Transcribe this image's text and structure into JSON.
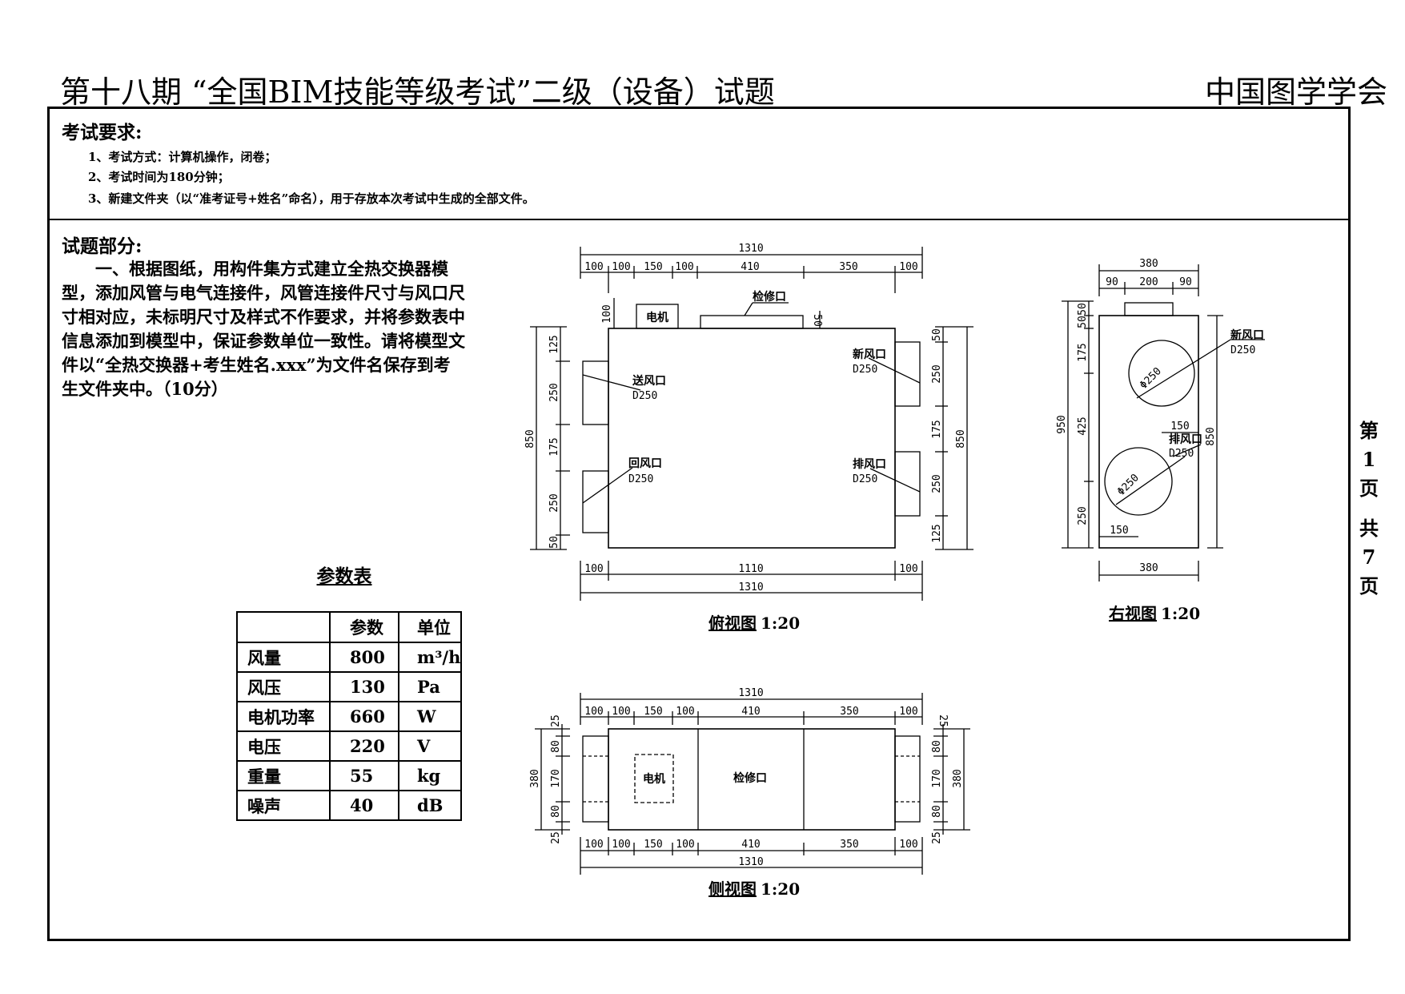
{
  "header": {
    "title": "第十八期 “全国BIM技能等级考试”二级（设备）试题",
    "organization": "中国图学学会"
  },
  "requirements": {
    "heading": "考试要求:",
    "items": [
      "1、考试方式：计算机操作，闭卷；",
      "2、考试时间为180分钟；",
      "3、新建文件夹（以“准考证号+姓名”命名），用于存放本次考试中生成的全部文件。"
    ]
  },
  "task": {
    "heading": "试题部分:",
    "text": "一、根据图纸，用构件集方式建立全热交换器模型，添加风管与电气连接件，风管连接件尺寸与风口尺寸相对应，未标明尺寸及样式不作要求，并将参数表中信息添加到模型中，保证参数单位一致性。请将模型文件以“全热交换器+考生姓名.xxx”为文件名保存到考生文件夹中。（10分）"
  },
  "param_table": {
    "title": "参数表",
    "headers": [
      "",
      "参数",
      "单位"
    ],
    "rows": [
      [
        "风量",
        "800",
        "m³/h"
      ],
      [
        "风压",
        "130",
        "Pa"
      ],
      [
        "电机功率",
        "660",
        "W"
      ],
      [
        "电压",
        "220",
        "V"
      ],
      [
        "重量",
        "55",
        "kg"
      ],
      [
        "噪声",
        "40",
        "dB"
      ]
    ]
  },
  "drawings": {
    "top_view": {
      "caption": "俯视图",
      "scale": "1:20",
      "dims_top_total": "1310",
      "dims_top_segments": [
        "100",
        "100",
        "150",
        "100",
        "410",
        "350",
        "100"
      ],
      "dims_bottom_segments": [
        "100",
        "1110",
        "100"
      ],
      "dims_bottom_total": "1310",
      "dims_left_segments": [
        "125",
        "250",
        "175",
        "250",
        "50"
      ],
      "dims_left_total": "850",
      "dims_right_segments": [
        "50",
        "250",
        "175",
        "250",
        "125"
      ],
      "dims_right_total": "850",
      "dim_motor_height": "100",
      "dim_hatch_height": "50",
      "label_motor": "电机",
      "label_hatch": "检修口",
      "label_supply": "送风口",
      "label_return": "回风口",
      "label_fresh": "新风口",
      "label_exhaust": "排风口",
      "duct_size": "D250"
    },
    "right_view": {
      "caption": "右视图",
      "scale": "1:20",
      "dims_top_total": "380",
      "dims_top_segments": [
        "90",
        "200",
        "90"
      ],
      "dims_bottom_total": "380",
      "dims_left_segments": [
        "50",
        "50",
        "175",
        "425",
        "250"
      ],
      "dims_left_total": "950",
      "dims_right_total": "850",
      "dim_offset_150_a": "150",
      "dim_offset_150_b": "150",
      "circle_dia": "Φ250",
      "label_fresh": "新风口",
      "label_exhaust": "排风口",
      "duct_size": "D250"
    },
    "side_view": {
      "caption": "侧视图",
      "scale": "1:20",
      "dims_top_total": "1310",
      "dims_top_segments": [
        "100",
        "100",
        "150",
        "100",
        "410",
        "350",
        "100"
      ],
      "dims_bottom_segments": [
        "100",
        "100",
        "150",
        "100",
        "410",
        "350",
        "100"
      ],
      "dims_bottom_total": "1310",
      "dims_left_segments": [
        "25",
        "80",
        "170",
        "80",
        "25"
      ],
      "dims_left_total": "380",
      "dims_right_segments": [
        "25",
        "80",
        "170",
        "80",
        "25"
      ],
      "dims_right_total": "380",
      "label_motor": "电机",
      "label_hatch": "检修口"
    }
  },
  "pager": {
    "chars": [
      "第",
      "1",
      "页",
      "共",
      "7",
      "页"
    ]
  }
}
